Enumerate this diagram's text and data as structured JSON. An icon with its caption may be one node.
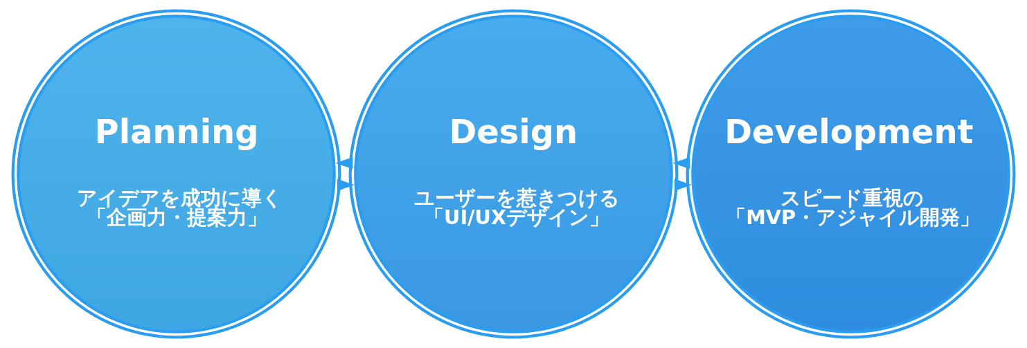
{
  "diagram": {
    "nodes": [
      {
        "text": [
          "Planning",
          "アイデアを成功に導く「企画力・提案力」"
        ]
      },
      {
        "text": [
          "Design",
          "ユーザーを惹きつける「UI/UXデザイン」"
        ]
      },
      {
        "text": [
          "Development",
          "スピード重視の「MVP・アジャイル開発」"
        ]
      }
    ],
    "edges": [
      {
        "from": 0,
        "to": 1,
        "arrow": "to"
      },
      {
        "from": 1,
        "to": 0,
        "arrow": "to"
      },
      {
        "from": 1,
        "to": 2,
        "arrow": "to"
      },
      {
        "from": 2,
        "to": 1,
        "arrow": "to"
      }
    ]
  }
}
